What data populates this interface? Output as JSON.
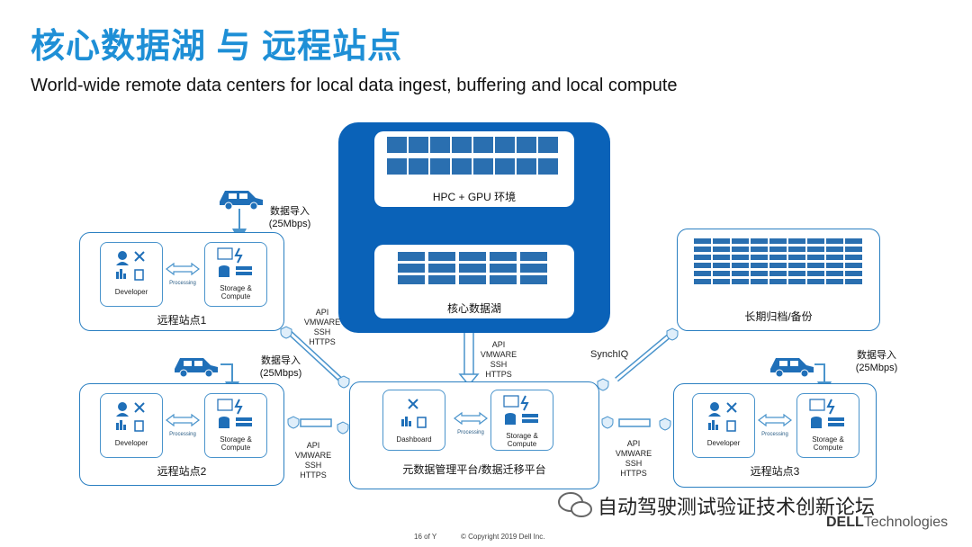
{
  "header": {
    "title": "核心数据湖 与 远程站点",
    "subtitle": "World-wide remote data centers for local data ingest, buffering and local compute"
  },
  "core": {
    "hpc_label": "HPC + GPU 环境",
    "lake_label": "核心数据湖"
  },
  "sites": {
    "site1": {
      "name": "远程站点1",
      "developer": "Developer",
      "processing": "Processing",
      "storage": "Storage & Compute",
      "ingest": "数据导入",
      "rate": "(25Mbps)"
    },
    "site2": {
      "name": "远程站点2",
      "developer": "Developer",
      "processing": "Processing",
      "storage": "Storage & Compute",
      "ingest": "数据导入",
      "rate": "(25Mbps)"
    },
    "site3": {
      "name": "远程站点3",
      "developer": "Developer",
      "processing": "Processing",
      "storage": "Storage & Compute",
      "ingest": "数据导入",
      "rate": "(25Mbps)"
    }
  },
  "metadata_platform": {
    "name": "元数据管理平台/数据迁移平台",
    "dashboard": "Dashboard",
    "processing": "Processing",
    "storage": "Storage & Compute"
  },
  "archive": {
    "name": "长期归档/备份"
  },
  "links": {
    "core_to_site1": [
      "API",
      "VMWARE",
      "SSH",
      "HTTPS"
    ],
    "core_to_meta": [
      "API",
      "VMWARE",
      "SSH",
      "HTTPS"
    ],
    "site2_to_meta": [
      "API",
      "VMWARE",
      "SSH",
      "HTTPS"
    ],
    "meta_to_site3": [
      "API",
      "VMWARE",
      "SSH",
      "HTTPS"
    ],
    "synch": "SynchIQ"
  },
  "footer": {
    "page": "16 of Y",
    "copyright": "© Copyright 2019 Dell Inc.",
    "watermark": "自动驾驶测试验证技术创新论坛",
    "brand_dell": "DELL",
    "brand_tech": "Technologies"
  },
  "colors": {
    "accent": "#1e8fd6",
    "core": "#0a62b8",
    "border": "#2a7fc1"
  }
}
